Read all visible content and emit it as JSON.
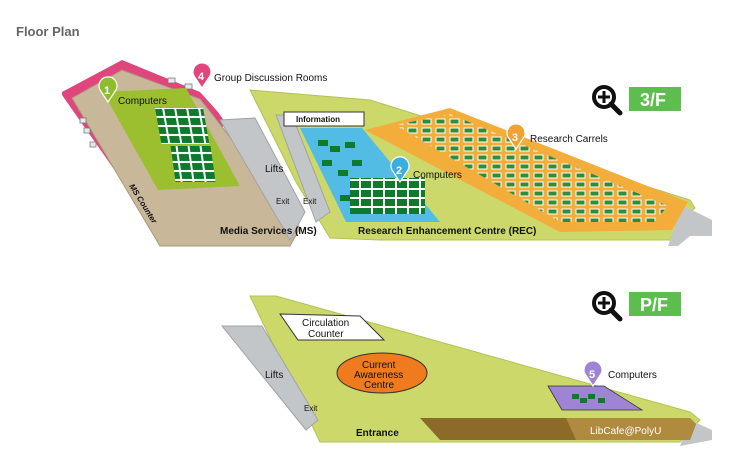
{
  "page": {
    "title": "Floor Plan"
  },
  "colors": {
    "wall_pink": "#e0457b",
    "floor_lime": "#ccd96a",
    "floor_tan": "#c9b79a",
    "lifts_gray": "#c3c6c9",
    "computers_green": "#0d7a2c",
    "rec_blue": "#52bce4",
    "carrels_orange": "#f2ad3a",
    "libcafe_brown": "#8c6a2a",
    "current_awareness_orange": "#f07a1e",
    "purple": "#9f84d6",
    "button_green": "#5ebd4f"
  },
  "floor_3f": {
    "floor_button": "3/F",
    "zoom_icon": "zoom-in-icon",
    "areas": {
      "media_services": "Media Services (MS)",
      "ms_counter": "MS Counter",
      "lifts": "Lifts",
      "exit_1": "Exit",
      "exit_2": "Exit",
      "information": "Information",
      "rec": "Research Enhancement Centre (REC)"
    },
    "markers": [
      {
        "number": "1",
        "label": "Computers",
        "color": "#8dbd2c"
      },
      {
        "number": "2",
        "label": "Computers",
        "color": "#3aaee0"
      },
      {
        "number": "3",
        "label": "Research Carrels",
        "color": "#f0a233"
      },
      {
        "number": "4",
        "label": "Group Discussion Rooms",
        "color": "#e0457b"
      }
    ]
  },
  "floor_pf": {
    "floor_button": "P/F",
    "zoom_icon": "zoom-in-icon",
    "areas": {
      "circulation_line1": "Circulation",
      "circulation_line2": "Counter",
      "lifts": "Lifts",
      "exit": "Exit",
      "current_line1": "Current",
      "current_line2": "Awareness",
      "current_line3": "Centre",
      "entrance": "Entrance",
      "libcafe": "LibCafe@PolyU"
    },
    "markers": [
      {
        "number": "5",
        "label": "Computers",
        "color": "#9f84d6"
      }
    ]
  }
}
